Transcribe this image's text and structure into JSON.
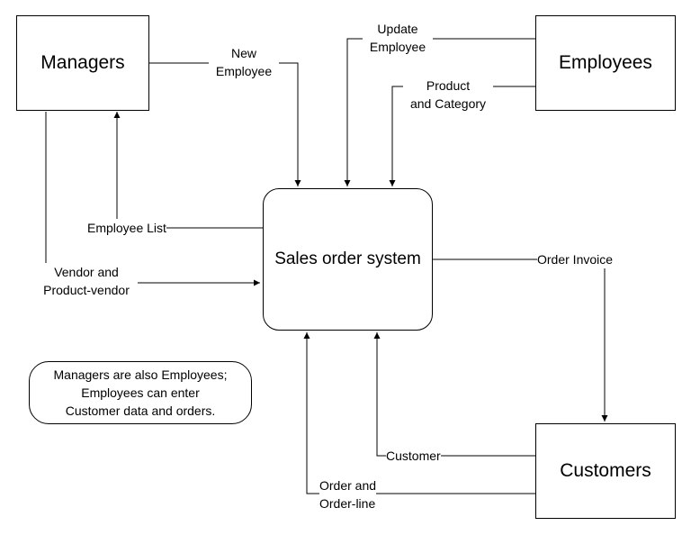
{
  "entities": {
    "managers": "Managers",
    "employees": "Employees",
    "customers": "Customers"
  },
  "process": {
    "label": "Sales order system"
  },
  "note": {
    "text": "Managers are also Employees;\nEmployees can enter\nCustomer data and orders."
  },
  "flows": {
    "new_employee": "New\nEmployee",
    "update_employee": "Update\nEmployee",
    "product_category": "Product\nand Category",
    "employee_list": "Employee List",
    "vendor": "Vendor and\nProduct-vendor",
    "order_invoice": "Order Invoice",
    "customer": "Customer",
    "order_line": "Order and\nOrder-line"
  }
}
